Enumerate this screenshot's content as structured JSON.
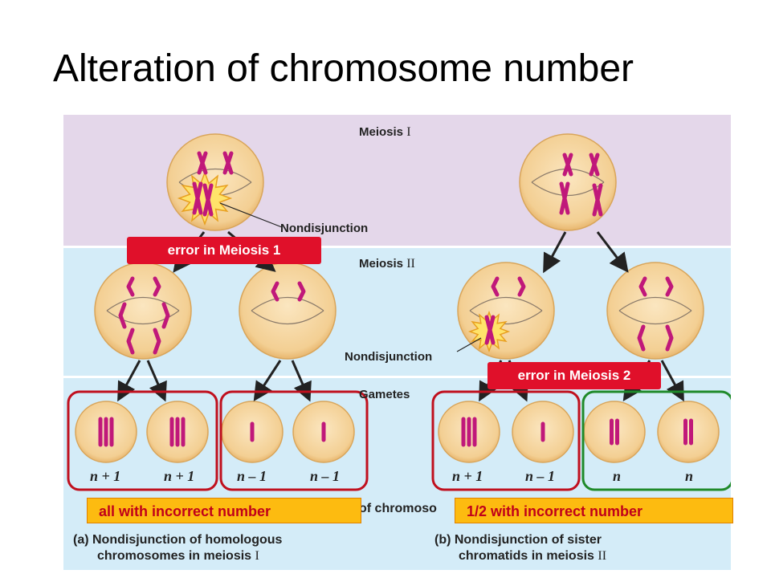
{
  "title": "Alteration of chromosome number",
  "stages": {
    "meiosis1": {
      "label": "Meiosis",
      "numeral": "I"
    },
    "meiosis2": {
      "label": "Meiosis",
      "numeral": "II"
    },
    "gametes": "Gametes"
  },
  "nondisjunction_label": "Nondisjunction",
  "callouts": {
    "error1": "error in Meiosis 1",
    "error2": "error in Meiosis 2",
    "all_incorrect": "all with incorrect number",
    "half_incorrect": "1/2 with incorrect number",
    "partial_text": "of chromoso"
  },
  "gamete_labels": [
    "n + 1",
    "n + 1",
    "n – 1",
    "n – 1",
    "n + 1",
    "n – 1",
    "n",
    "n"
  ],
  "captions": {
    "a": {
      "line1": "(a) Nondisjunction of homologous",
      "line2": "chromosomes in meiosis",
      "numeral": "I"
    },
    "b": {
      "line1": "(b) Nondisjunction of sister",
      "line2": "chromatids in meiosis",
      "numeral": "II"
    }
  },
  "colors": {
    "meiosis1_band": "#e4d7ea",
    "meiosis2_band": "#d4ecf8",
    "cell_fill": "#f6d9a6",
    "chromosome": "#c0187a",
    "red_box": "#c0101e",
    "green_box": "#1f8a2a",
    "error_tag": "#e0102a",
    "highlight_tag": "#fdbb10"
  }
}
